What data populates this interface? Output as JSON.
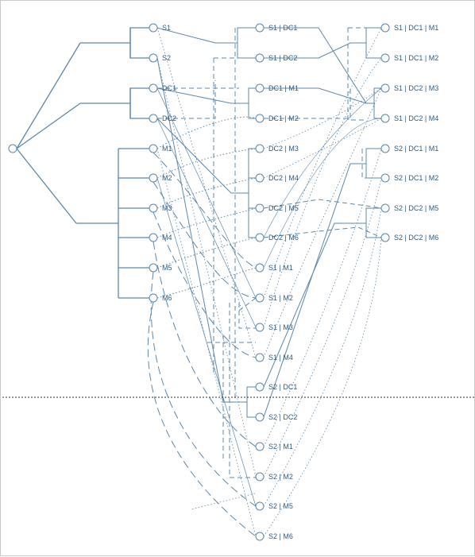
{
  "diagram": {
    "colors": {
      "line": "#5b87ad",
      "node_fill": "#ffffff",
      "node_stroke": "#5b87ad",
      "label": "#2f5b7f",
      "divider": "#333333",
      "frame": "#c9c9c9"
    },
    "root": {
      "id": "root"
    },
    "level1": [
      {
        "id": "S1",
        "label": "S1"
      },
      {
        "id": "S2",
        "label": "S2"
      },
      {
        "id": "DC1",
        "label": "DC1"
      },
      {
        "id": "DC2",
        "label": "DC2"
      },
      {
        "id": "M1",
        "label": "M1"
      },
      {
        "id": "M2",
        "label": "M2"
      },
      {
        "id": "M3",
        "label": "M3"
      },
      {
        "id": "M4",
        "label": "M4"
      },
      {
        "id": "M5",
        "label": "M5"
      },
      {
        "id": "M6",
        "label": "M6"
      }
    ],
    "level2": [
      {
        "id": "S1DC1",
        "label": "S1 | DC1"
      },
      {
        "id": "S1DC2",
        "label": "S1 | DC2"
      },
      {
        "id": "DC1M1",
        "label": "DC1 | M1"
      },
      {
        "id": "DC1M2",
        "label": "DC1 | M2"
      },
      {
        "id": "DC2M3",
        "label": "DC2 | M3"
      },
      {
        "id": "DC2M4",
        "label": "DC2 | M4"
      },
      {
        "id": "DC2M5",
        "label": "DC2 | M5"
      },
      {
        "id": "DC2M6",
        "label": "DC2 | M6"
      },
      {
        "id": "S1M1",
        "label": "S1 | M1"
      },
      {
        "id": "S1M2",
        "label": "S1 | M2"
      },
      {
        "id": "S1M3",
        "label": "S1 | M3"
      },
      {
        "id": "S1M4",
        "label": "S1 | M4"
      },
      {
        "id": "S2DC1",
        "label": "S2 | DC1"
      },
      {
        "id": "S2DC2",
        "label": "S2 | DC2"
      },
      {
        "id": "S2M1",
        "label": "S2 | M1"
      },
      {
        "id": "S2M2",
        "label": "S2 | M2"
      },
      {
        "id": "S2M5",
        "label": "S2 | M5"
      },
      {
        "id": "S2M6",
        "label": "S2 | M6"
      }
    ],
    "level3": [
      {
        "id": "S1DC1M1",
        "label": "S1 | DC1 | M1"
      },
      {
        "id": "S1DC1M2",
        "label": "S1 | DC1 | M2"
      },
      {
        "id": "S1DC2M3",
        "label": "S1 | DC2 | M3"
      },
      {
        "id": "S1DC2M4",
        "label": "S1 | DC2 | M4"
      },
      {
        "id": "S2DC1M1",
        "label": "S2 | DC1 | M1"
      },
      {
        "id": "S2DC1M2",
        "label": "S2 | DC1 | M2"
      },
      {
        "id": "S2DC2M5",
        "label": "S2 | DC2 | M5"
      },
      {
        "id": "S2DC2M6",
        "label": "S2 | DC2 | M6"
      }
    ]
  }
}
